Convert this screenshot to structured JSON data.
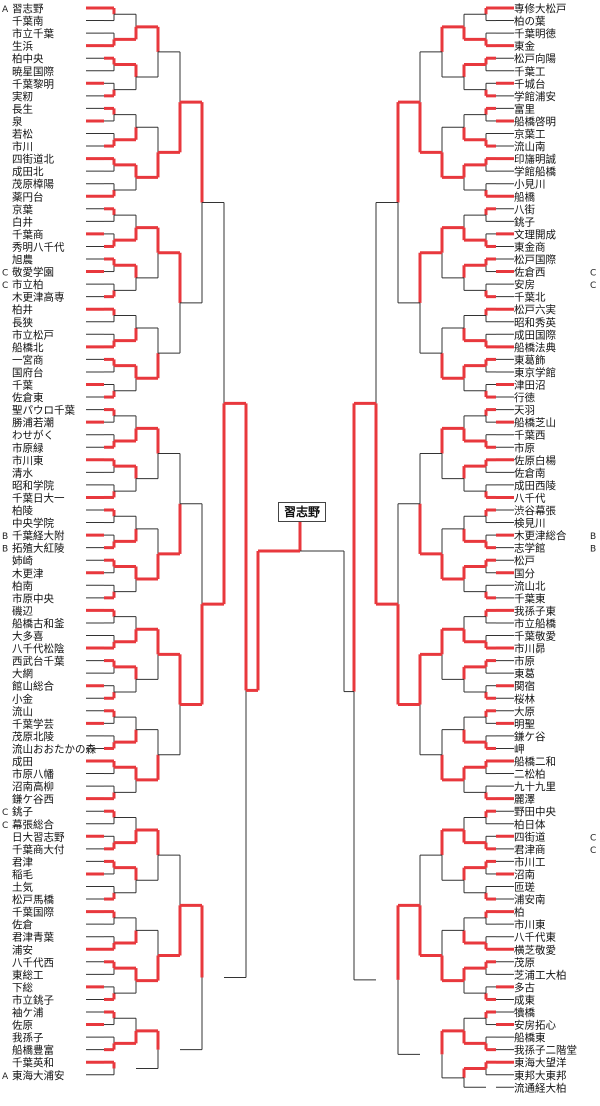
{
  "champion": "習志野",
  "left": {
    "teams": [
      "習志野",
      "千葉南",
      "市立千葉",
      "生浜",
      "柏中央",
      "暁星国際",
      "千葉黎明",
      "実籾",
      "長生",
      "泉",
      "若松",
      "市川",
      "四街道北",
      "成田北",
      "茂原樟陽",
      "薬円台",
      "京葉",
      "白井",
      "千葉商",
      "秀明八千代",
      "旭農",
      "敬愛学園",
      "市立柏",
      "木更津高専",
      "柏井",
      "長狭",
      "市立松戸",
      "船橋北",
      "一宮商",
      "国府台",
      "千葉",
      "佐倉東",
      "聖パウロ千葉",
      "勝浦若潮",
      "わせがく",
      "市原緑",
      "市川東",
      "清水",
      "昭和学院",
      "千葉日大一",
      "柏陵",
      "中央学院",
      "千葉経大附",
      "拓殖大紅陵",
      "姉崎",
      "木更津",
      "柏南",
      "市原中央",
      "磯辺",
      "船橋古和釜",
      "大多喜",
      "八千代松陰",
      "西武台千葉",
      "大網",
      "館山総合",
      "小金",
      "流山",
      "千葉学芸",
      "茂原北陵",
      "流山おおたかの森",
      "成田",
      "市原八幡",
      "沼南高柳",
      "鎌ケ谷西",
      "銚子",
      "幕張総合",
      "日大習志野",
      "千葉商大付",
      "君津",
      "稲毛",
      "土気",
      "松戸馬橋",
      "千葉国際",
      "佐倉",
      "君津青葉",
      "浦安",
      "八千代西",
      "東総工",
      "下総",
      "市立銚子",
      "袖ケ浦",
      "佐原",
      "我孫子",
      "船橋豊富",
      "千葉英和",
      "東海大浦安"
    ],
    "seeds": [
      {
        "i": 0,
        "text": "A"
      },
      {
        "i": 21,
        "text": "C"
      },
      {
        "i": 22,
        "text": "C"
      },
      {
        "i": 42,
        "text": "B"
      },
      {
        "i": 43,
        "text": "B"
      },
      {
        "i": 64,
        "text": "C"
      },
      {
        "i": 65,
        "text": "C"
      },
      {
        "i": 85,
        "text": "A"
      }
    ]
  },
  "right": {
    "teams": [
      "専修大松戸",
      "柏の葉",
      "千葉明徳",
      "東金",
      "松戸向陽",
      "千葉工",
      "千城台",
      "学館浦安",
      "富里",
      "船橋啓明",
      "京葉工",
      "流山南",
      "印旛明誠",
      "学館船橋",
      "小見川",
      "船橋",
      "八街",
      "銚子",
      "文理開成",
      "東金商",
      "松戸国際",
      "佐倉西",
      "安房",
      "千葉北",
      "松戸六実",
      "昭和秀英",
      "成田国際",
      "船橋法典",
      "東葛飾",
      "東京学館",
      "津田沼",
      "行徳",
      "天羽",
      "船橋芝山",
      "千葉西",
      "市原",
      "佐原白楊",
      "佐倉南",
      "成田西陵",
      "八千代",
      "渋谷幕張",
      "検見川",
      "木更津総合",
      "志学館",
      "松戸",
      "国分",
      "流山北",
      "千葉東",
      "我孫子東",
      "市立船橋",
      "千葉敬愛",
      "市川昴",
      "市原",
      "東葛",
      "関宿",
      "桜林",
      "大原",
      "明聖",
      "鎌ケ谷",
      "岬",
      "船橋二和",
      "二松柏",
      "九十九里",
      "麗澤",
      "野田中央",
      "柏日体",
      "四街道",
      "君津商",
      "市川工",
      "沼南",
      "匝瑳",
      "浦安南",
      "柏",
      "市川東",
      "八千代東",
      "横芝敬愛",
      "茂原",
      "芝浦工大柏",
      "多古",
      "成東",
      "犢橋",
      "安房拓心",
      "船橋東",
      "我孫子二階堂",
      "東海大望洋",
      "東邦大東邦",
      "流通経大柏"
    ],
    "seeds": [
      {
        "i": 21,
        "text": "C"
      },
      {
        "i": 22,
        "text": "C"
      },
      {
        "i": 42,
        "text": "B"
      },
      {
        "i": 43,
        "text": "B"
      },
      {
        "i": 66,
        "text": "C"
      },
      {
        "i": 67,
        "text": "C"
      }
    ]
  },
  "colors": {
    "win": "#e8383d",
    "lose": "#333333",
    "box": "#999999"
  }
}
